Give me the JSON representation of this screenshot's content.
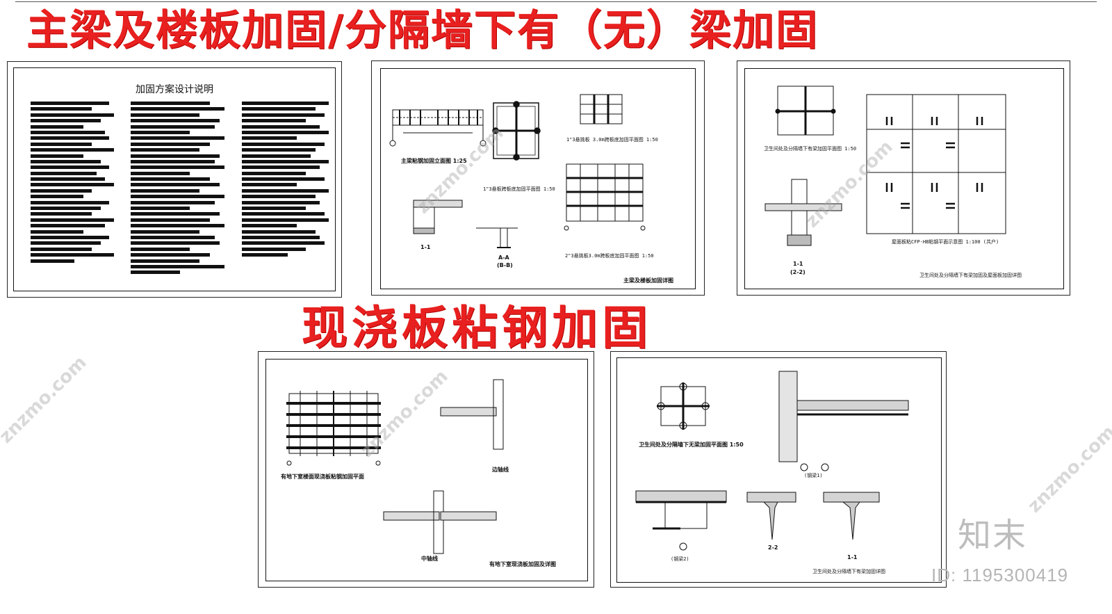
{
  "banners": {
    "top": "主梁及楼板加固/分隔墙下有（无）梁加固",
    "middle": "现浇板粘钢加固"
  },
  "sheets": {
    "design_notes": {
      "title": "加固方案设计说明"
    },
    "main_beam": {
      "caption": "主梁及楼板加固详图",
      "labels": [
        "主梁粘钢加固立面图 1:25",
        "1-1",
        "A-A",
        "(B-B)",
        "1\"3悬挑板 3.0m跨板底加固平面图 1:50",
        "1\"3悬板跨板底加固平面图 1:50",
        "2\"3悬挑板3.0m跨板底加固平面图 1:50"
      ]
    },
    "bathroom_beam": {
      "caption": "卫生间处及分隔墙下有梁加固及屋面板加固详图",
      "labels": [
        "卫生间处及分隔墙下有梁加固平面图 1:50",
        "屋面板粘CFP-HB粘钢平面示意图 1:100 (共户)",
        "1-1",
        "(2-2)"
      ]
    },
    "cast_slab": {
      "caption": "有地下室现浇板加固及详图",
      "labels": [
        "有地下室楼面现浇板粘钢加固平面",
        "边轴线",
        "中轴线"
      ]
    },
    "no_beam": {
      "caption": "卫生间处及分隔墙下有梁加固详图",
      "labels": [
        "卫生间处及分隔墙下无梁加固平面图 1:50",
        "(钢梁1)",
        "(钢梁2)",
        "2-2",
        "1-1"
      ]
    }
  },
  "watermark": {
    "text": "znzmo.com",
    "brand": "知末",
    "id": "ID: 1195300419"
  },
  "colors": {
    "banner": "#e8201f",
    "line": "#111111"
  }
}
